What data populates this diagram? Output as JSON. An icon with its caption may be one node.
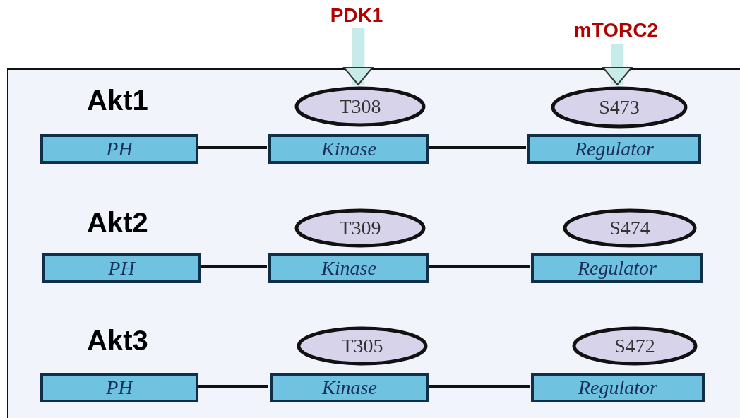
{
  "diagram": {
    "nodes": [
      {
        "text": [
          "PDK1"
        ]
      },
      {
        "text": [
          "mTORC2"
        ]
      },
      {
        "text": [],
        "shape": "box"
      },
      {
        "text": [
          "T308"
        ],
        "in": 2
      },
      {
        "text": [
          "S473"
        ],
        "in": 2
      },
      {
        "text": [
          "PH"
        ],
        "in": 2
      },
      {
        "text": [
          "Kinase"
        ],
        "in": 2
      },
      {
        "text": [
          "Regulator"
        ],
        "in": 2
      },
      {
        "text": [
          "T309"
        ],
        "in": 2
      },
      {
        "text": [
          "S474"
        ],
        "in": 2
      },
      {
        "text": [
          "PH"
        ],
        "in": 2
      },
      {
        "text": [
          "Kinase"
        ],
        "in": 2
      },
      {
        "text": [
          "Regulator"
        ],
        "in": 2
      },
      {
        "text": [
          "T305"
        ],
        "in": 2
      },
      {
        "text": [
          "S472"
        ],
        "in": 2
      },
      {
        "text": [
          "PH"
        ],
        "in": 2
      },
      {
        "text": [
          "Kinase"
        ],
        "in": 2
      },
      {
        "text": [
          "Regulator"
        ],
        "in": 2
      }
    ],
    "edges": [
      {
        "from": 0,
        "to": 3,
        "arrow": "to",
        "style": "thick",
        "color": "#c6ebe8"
      },
      {
        "from": 1,
        "to": 4,
        "arrow": "to",
        "style": "thick",
        "color": "#c6ebe8"
      },
      {
        "from": 5,
        "to": 6,
        "arrow": "none"
      },
      {
        "from": 6,
        "to": 7,
        "arrow": "none"
      },
      {
        "from": 10,
        "to": 11,
        "arrow": "none"
      },
      {
        "from": 11,
        "to": 12,
        "arrow": "none"
      },
      {
        "from": 15,
        "to": 16,
        "arrow": "none"
      },
      {
        "from": 16,
        "to": 17,
        "arrow": "none"
      }
    ],
    "labels": [
      "Akt1",
      "Akt2",
      "Akt3"
    ]
  }
}
